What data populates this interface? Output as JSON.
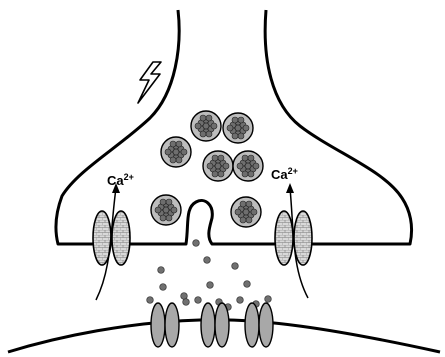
{
  "diagram": {
    "left_ion_label": "Ca",
    "left_ion_charge": "2+",
    "right_ion_label": "Ca",
    "right_ion_charge": "2+",
    "stimulus_icon": "lightning-bolt-icon",
    "colors": {
      "outline": "#000000",
      "vesicle_fill": "#bdbdbd",
      "vesicle_content": "#6e6e6e",
      "channel_fill": "#d9d9d9",
      "receptor_fill": "#a8a8a8",
      "neurotransmitter": "#707070",
      "background": "#ffffff"
    }
  }
}
